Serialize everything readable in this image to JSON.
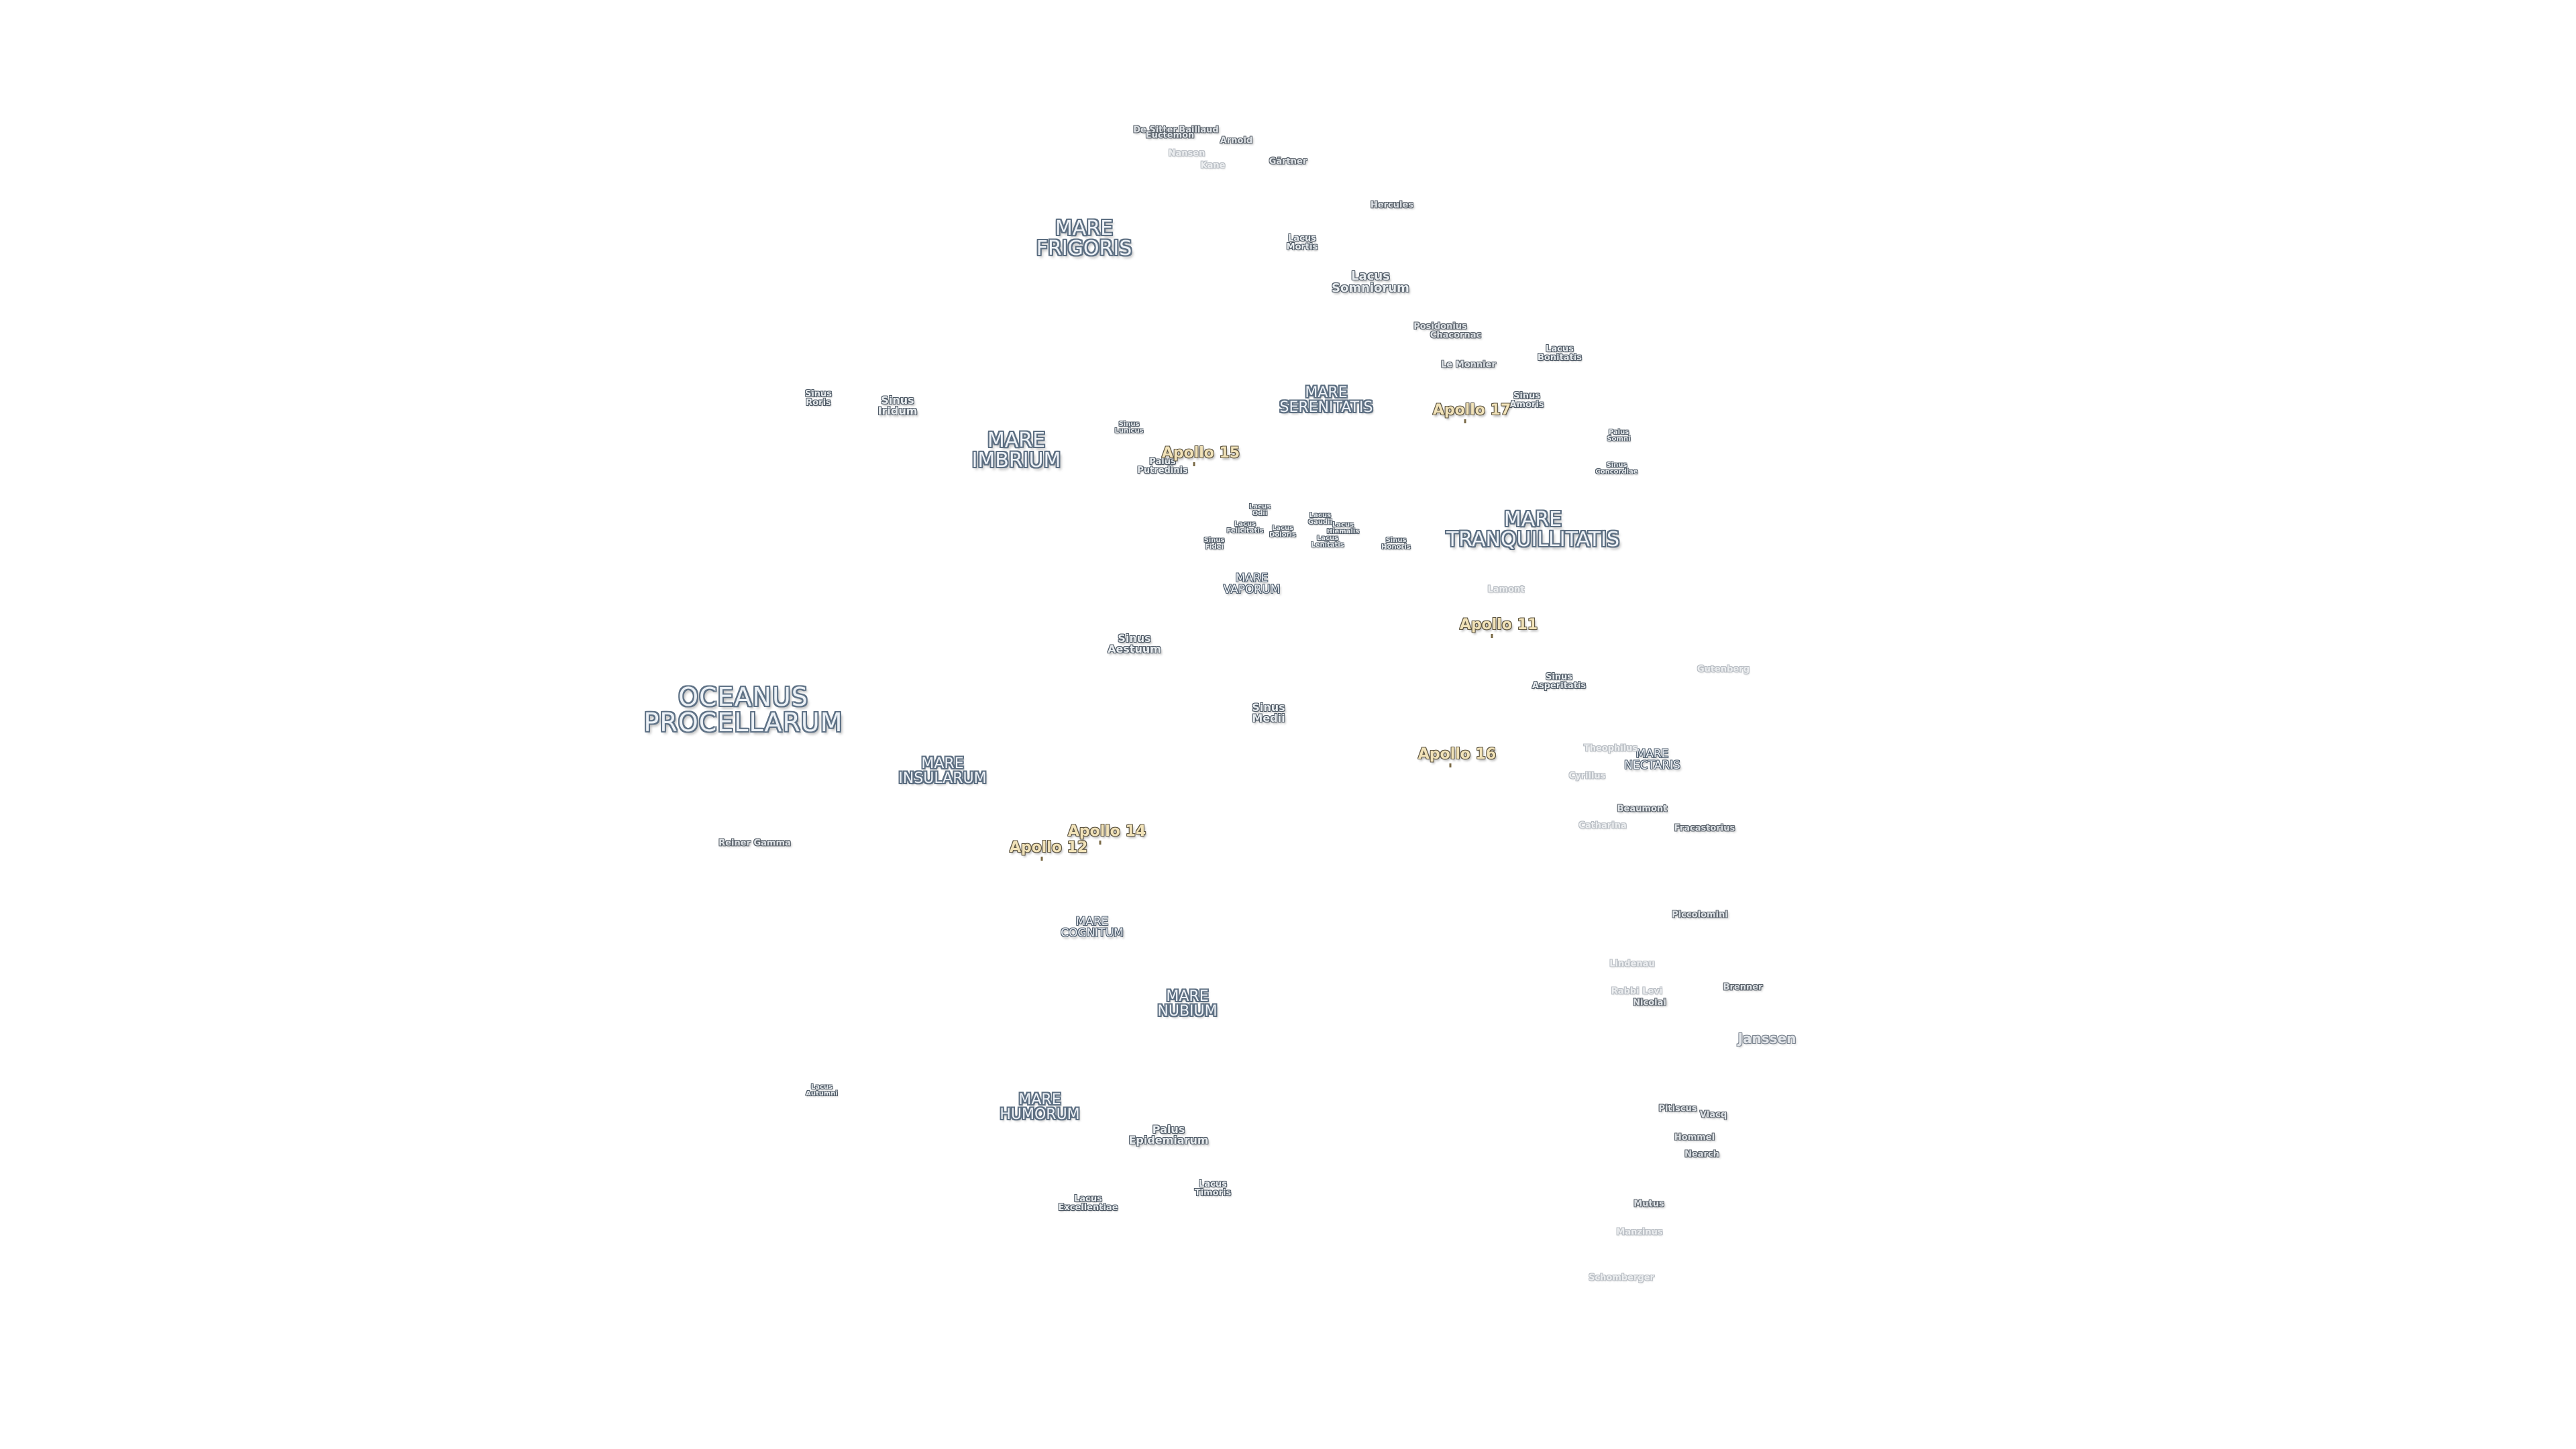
{
  "features": [
    {
      "id": "oceanus-procellarum",
      "label": "OCEANUS\nPROCELLARUM",
      "kind": "ocean"
    },
    {
      "id": "mare-frigoris",
      "label": "MARE\nFRIGORIS",
      "kind": "mare-lg"
    },
    {
      "id": "mare-imbrium",
      "label": "MARE\nIMBRIUM",
      "kind": "mare-lg"
    },
    {
      "id": "mare-serenitatis",
      "label": "MARE\nSERENITATIS",
      "kind": "mare"
    },
    {
      "id": "mare-tranquillitatis",
      "label": "MARE\nTRANQUILLITATIS",
      "kind": "mare-lg"
    },
    {
      "id": "mare-vaporum",
      "label": "MARE\nVAPORUM",
      "kind": "mare-sm"
    },
    {
      "id": "mare-insularum",
      "label": "MARE\nINSULARUM",
      "kind": "mare"
    },
    {
      "id": "mare-cognitum",
      "label": "MARE\nCOGNITUM",
      "kind": "mare-sm"
    },
    {
      "id": "mare-nubium",
      "label": "MARE\nNUBIUM",
      "kind": "mare"
    },
    {
      "id": "mare-humorum",
      "label": "MARE\nHUMORUM",
      "kind": "mare"
    },
    {
      "id": "mare-nectaris",
      "label": "MARE\nNECTARIS",
      "kind": "mare-sm"
    },
    {
      "id": "lacus-somniorum",
      "label": "Lacus\nSomniorum",
      "kind": "minor-md"
    },
    {
      "id": "lacus-mortis",
      "label": "Lacus\nMortis",
      "kind": "minor-sm"
    },
    {
      "id": "lacus-bonitatis",
      "label": "Lacus\nBonitatis",
      "kind": "minor-sm"
    },
    {
      "id": "sinus-roris",
      "label": "Sinus\nRoris",
      "kind": "minor-sm"
    },
    {
      "id": "sinus-iridum",
      "label": "Sinus\nIridum",
      "kind": "minor"
    },
    {
      "id": "sinus-lunicus",
      "label": "Sinus\nLunicus",
      "kind": "tiny"
    },
    {
      "id": "palus-putredinis",
      "label": "Palus\nPutredinis",
      "kind": "minor-sm"
    },
    {
      "id": "sinus-amoris",
      "label": "Sinus\nAmoris",
      "kind": "minor-sm"
    },
    {
      "id": "palus-somni",
      "label": "Palus\nSomni",
      "kind": "tiny"
    },
    {
      "id": "sinus-concordiae",
      "label": "Sinus\nConcordiae",
      "kind": "tiny"
    },
    {
      "id": "lacus-odii",
      "label": "Lacus\nOdii",
      "kind": "tiny"
    },
    {
      "id": "lacus-felicitatis",
      "label": "Lacus\nFelicitatis",
      "kind": "tiny"
    },
    {
      "id": "lacus-doloris",
      "label": "Lacus\nDoloris",
      "kind": "tiny"
    },
    {
      "id": "lacus-gaudii",
      "label": "Lacus\nGaudii",
      "kind": "tiny"
    },
    {
      "id": "lacus-hiemalis",
      "label": "Lacus\nHiemalis",
      "kind": "tiny"
    },
    {
      "id": "lacus-lenitatis",
      "label": "Lacus\nLenitatis",
      "kind": "tiny"
    },
    {
      "id": "sinus-fidei",
      "label": "Sinus\nFidei",
      "kind": "tiny"
    },
    {
      "id": "sinus-honoris",
      "label": "Sinus\nHonoris",
      "kind": "tiny"
    },
    {
      "id": "sinus-aestuum",
      "label": "Sinus\nAestuum",
      "kind": "minor"
    },
    {
      "id": "sinus-medii",
      "label": "Sinus\nMedii",
      "kind": "minor"
    },
    {
      "id": "sinus-asperitatis",
      "label": "Sinus\nAsperitatis",
      "kind": "minor-sm"
    },
    {
      "id": "palus-epidemiarum",
      "label": "Palus\nEpidemiarum",
      "kind": "minor"
    },
    {
      "id": "lacus-autumni",
      "label": "Lacus\nAutumni",
      "kind": "tiny"
    },
    {
      "id": "lacus-excellentiae",
      "label": "Lacus\nExcellentiae",
      "kind": "minor-sm"
    },
    {
      "id": "lacus-timoris",
      "label": "Lacus\nTimoris",
      "kind": "minor-sm"
    }
  ],
  "craters": [
    {
      "id": "de-sitter",
      "label": "De Sitter",
      "kind": "crater"
    },
    {
      "id": "baillaud",
      "label": "Baillaud",
      "kind": "crater"
    },
    {
      "id": "euctemon",
      "label": "Euctemon",
      "kind": "crater"
    },
    {
      "id": "arnold",
      "label": "Arnold",
      "kind": "crater"
    },
    {
      "id": "nansen",
      "label": "Nansen",
      "kind": "crater-faint"
    },
    {
      "id": "kane",
      "label": "Kane",
      "kind": "crater-faint"
    },
    {
      "id": "gartner",
      "label": "Gärtner",
      "kind": "crater"
    },
    {
      "id": "hercules",
      "label": "Hercules",
      "kind": "crater"
    },
    {
      "id": "posidonius",
      "label": "Posidonius",
      "kind": "crater"
    },
    {
      "id": "chacornac",
      "label": "Chacornac",
      "kind": "crater"
    },
    {
      "id": "le-monnier",
      "label": "Le Monnier",
      "kind": "crater"
    },
    {
      "id": "lamont",
      "label": "Lamont",
      "kind": "crater-faint"
    },
    {
      "id": "gutenberg",
      "label": "Gutenberg",
      "kind": "crater-faint"
    },
    {
      "id": "theophilus",
      "label": "Theophilus",
      "kind": "crater-faint"
    },
    {
      "id": "cyrillus",
      "label": "Cyrillus",
      "kind": "crater-faint"
    },
    {
      "id": "beaumont",
      "label": "Beaumont",
      "kind": "crater"
    },
    {
      "id": "catharina",
      "label": "Catharina",
      "kind": "crater-faint"
    },
    {
      "id": "fracastorius",
      "label": "Fracastorius",
      "kind": "crater"
    },
    {
      "id": "piccolomini",
      "label": "Piccolomini",
      "kind": "crater"
    },
    {
      "id": "reiner-gamma",
      "label": "Reiner Gamma",
      "kind": "crater"
    },
    {
      "id": "lindenau",
      "label": "Lindenau",
      "kind": "crater-faint"
    },
    {
      "id": "rabbi-levi",
      "label": "Rabbi Levi",
      "kind": "crater-faint"
    },
    {
      "id": "brenner",
      "label": "Brenner",
      "kind": "crater"
    },
    {
      "id": "nicolai",
      "label": "Nicolai",
      "kind": "crater"
    },
    {
      "id": "janssen",
      "label": "Janssen",
      "kind": "crater-md"
    },
    {
      "id": "pitiscus",
      "label": "Pitiscus",
      "kind": "crater"
    },
    {
      "id": "vlacq",
      "label": "Vlacq",
      "kind": "crater"
    },
    {
      "id": "hommel",
      "label": "Hommel",
      "kind": "crater"
    },
    {
      "id": "nearch",
      "label": "Nearch",
      "kind": "crater"
    },
    {
      "id": "mutus",
      "label": "Mutus",
      "kind": "crater"
    },
    {
      "id": "manzinus",
      "label": "Manzinus",
      "kind": "crater-faint"
    },
    {
      "id": "schomberger",
      "label": "Schomberger",
      "kind": "crater-faint"
    }
  ],
  "apollo_sites": [
    {
      "id": "apollo-11",
      "label": "Apollo 11"
    },
    {
      "id": "apollo-12",
      "label": "Apollo 12"
    },
    {
      "id": "apollo-14",
      "label": "Apollo 14"
    },
    {
      "id": "apollo-15",
      "label": "Apollo 15"
    },
    {
      "id": "apollo-16",
      "label": "Apollo 16"
    },
    {
      "id": "apollo-17",
      "label": "Apollo 17"
    }
  ],
  "colors": {
    "background": "#ffffff",
    "mare_text": "#eef2f7",
    "mare_outline": "#5d6f82",
    "apollo_text": "#f1e2b8",
    "apollo_outline": "#5d5542",
    "crater_faint_outline": "#b9bec4"
  }
}
